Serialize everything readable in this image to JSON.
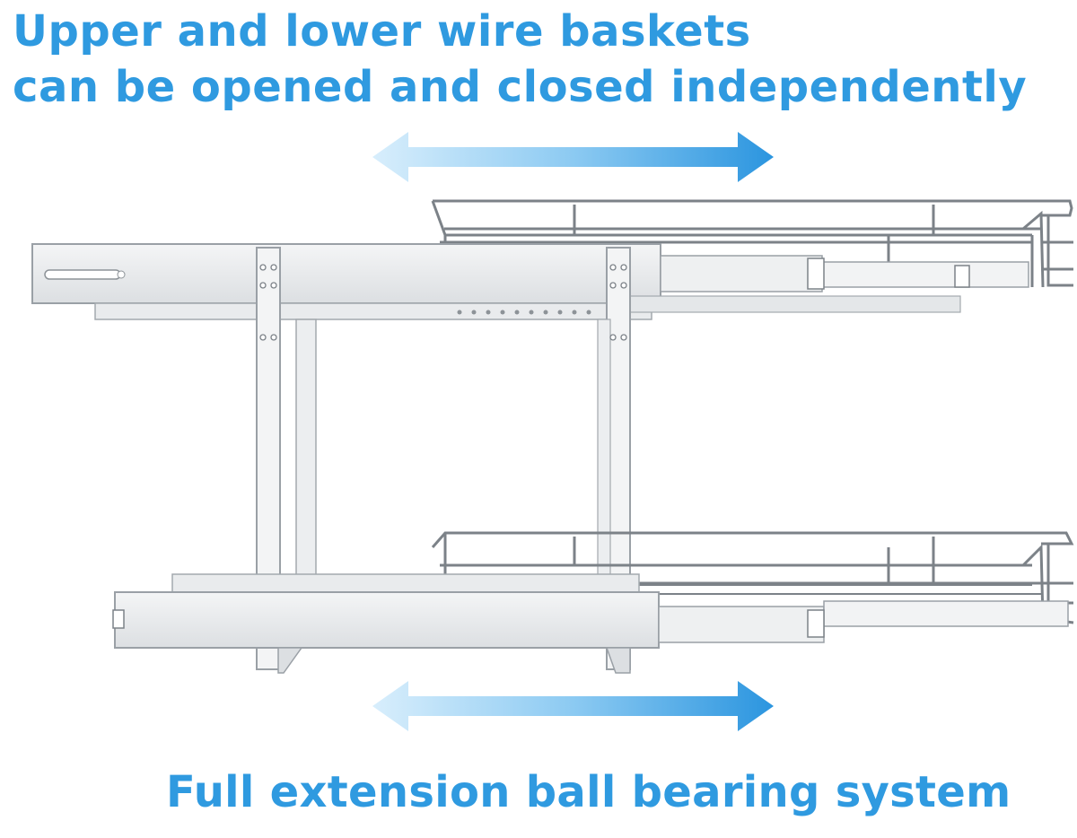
{
  "headline": {
    "line1": "Upper and lower wire baskets",
    "line2": "can be opened and closed independently"
  },
  "footer": {
    "text": "Full extension ball bearing system"
  },
  "colors": {
    "text": "#2f9ae0",
    "arrow_light": "#cfe9fb",
    "arrow_dark": "#2b95df",
    "steel": "#e6e8ea",
    "steel_edge": "#9aa0a6",
    "chrome": "#7c8288"
  }
}
